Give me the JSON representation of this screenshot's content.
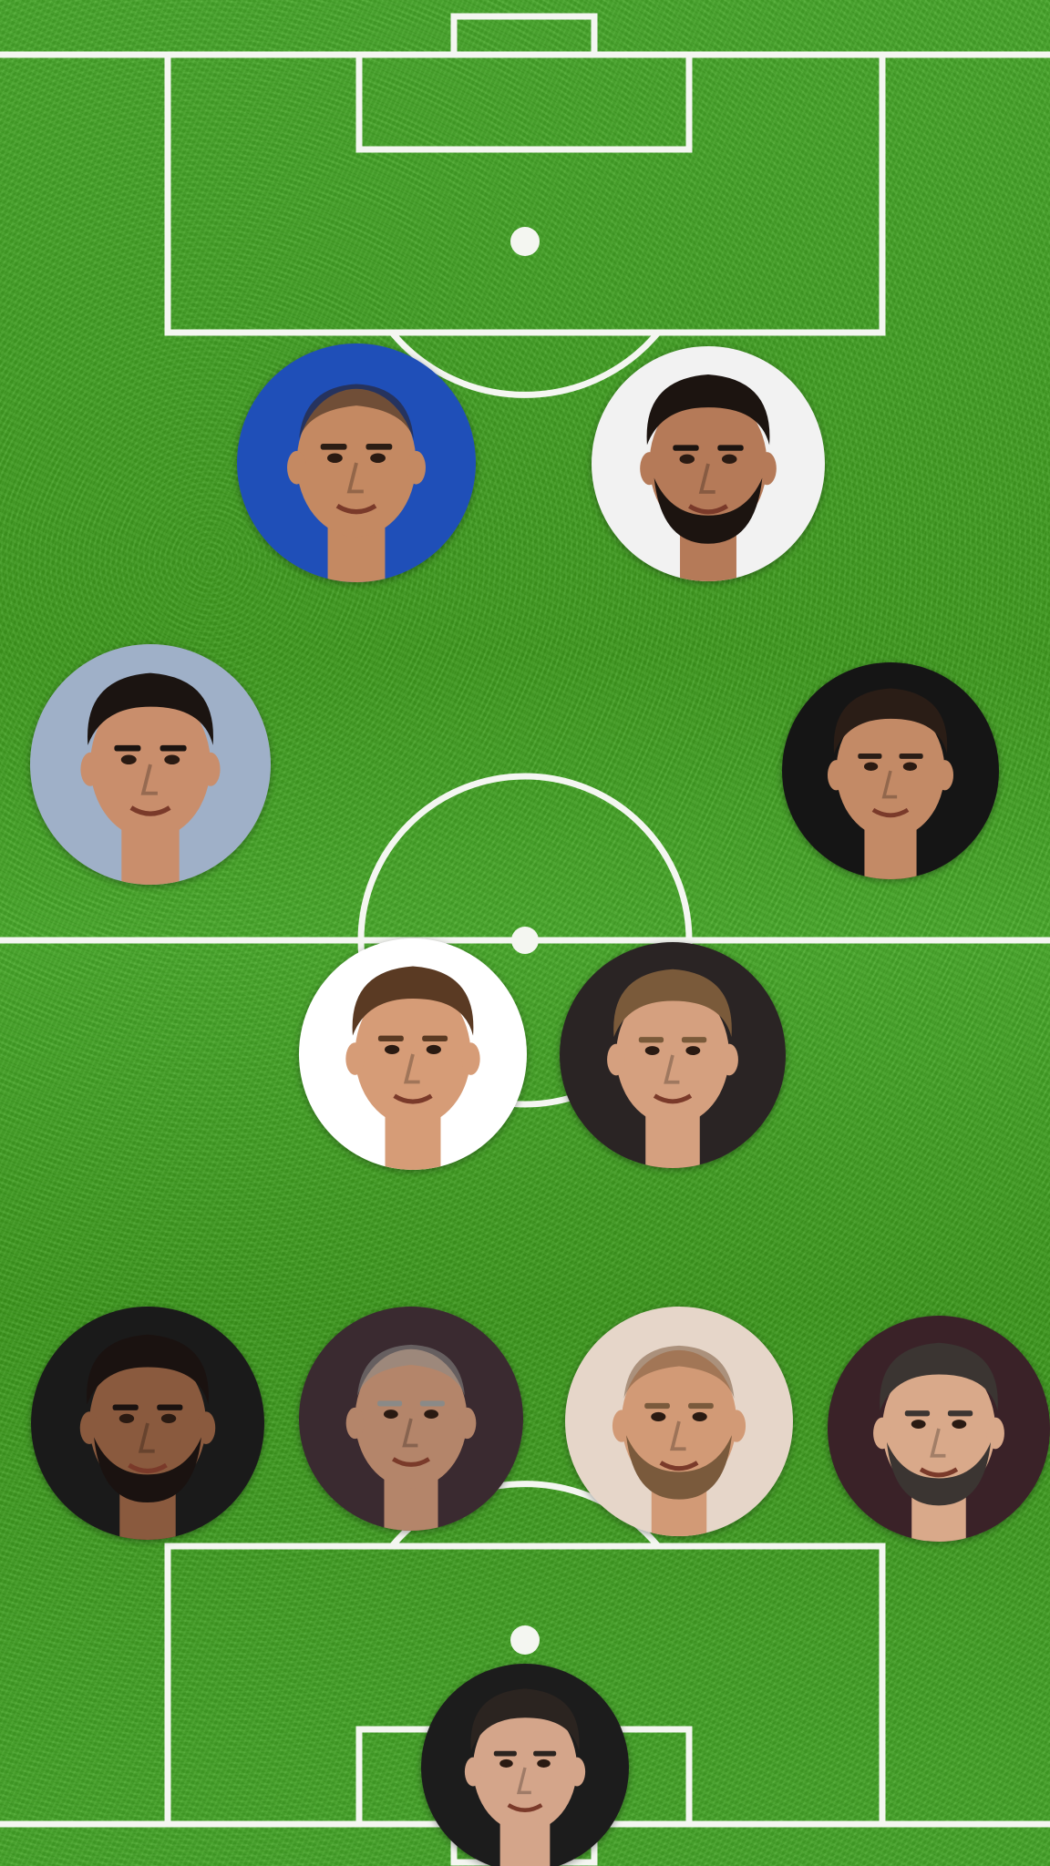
{
  "pitch": {
    "grass_color": "#43a325",
    "line_color": "#f4f6f1"
  },
  "players": [
    {
      "id": "fw-left",
      "role": "forward",
      "bg": "#1f4fb8",
      "skin": "#c48962",
      "hair": "#2b1d14",
      "beard": false,
      "bald": true
    },
    {
      "id": "fw-right",
      "role": "forward",
      "bg": "#f2f2f2",
      "skin": "#b57a58",
      "hair": "#1c1410",
      "beard": true,
      "bald": false
    },
    {
      "id": "wing-left",
      "role": "winger",
      "bg": "#9fb0c8",
      "skin": "#c98e6c",
      "hair": "#1b1411",
      "beard": false,
      "bald": false
    },
    {
      "id": "wing-right",
      "role": "winger",
      "bg": "#151515",
      "skin": "#c38a66",
      "hair": "#2a1d16",
      "beard": false,
      "bald": false
    },
    {
      "id": "cm-left",
      "role": "midfielder",
      "bg": "#ffffff",
      "skin": "#d69c77",
      "hair": "#5a3a23",
      "beard": false,
      "bald": false
    },
    {
      "id": "cm-right",
      "role": "midfielder",
      "bg": "#2a2424",
      "skin": "#d5a07f",
      "hair": "#7a5a3a",
      "beard": false,
      "bald": false
    },
    {
      "id": "lb",
      "role": "defender",
      "bg": "#1a1a1a",
      "skin": "#8a5a3e",
      "hair": "#1a1210",
      "beard": true,
      "bald": false
    },
    {
      "id": "cb-left",
      "role": "defender",
      "bg": "#3a2a30",
      "skin": "#b4856a",
      "hair": "#8a8a88",
      "beard": false,
      "bald": true
    },
    {
      "id": "cb-right",
      "role": "defender",
      "bg": "#e6d6c9",
      "skin": "#d29a76",
      "hair": "#7a5a3c",
      "beard": true,
      "bald": true
    },
    {
      "id": "rb",
      "role": "defender",
      "bg": "#3a2228",
      "skin": "#d9a98a",
      "hair": "#3b3532",
      "beard": true,
      "bald": false
    },
    {
      "id": "gk",
      "role": "goalkeeper",
      "bg": "#1c1c1c",
      "skin": "#d4a58a",
      "hair": "#2b2420",
      "beard": false,
      "bald": false
    }
  ]
}
